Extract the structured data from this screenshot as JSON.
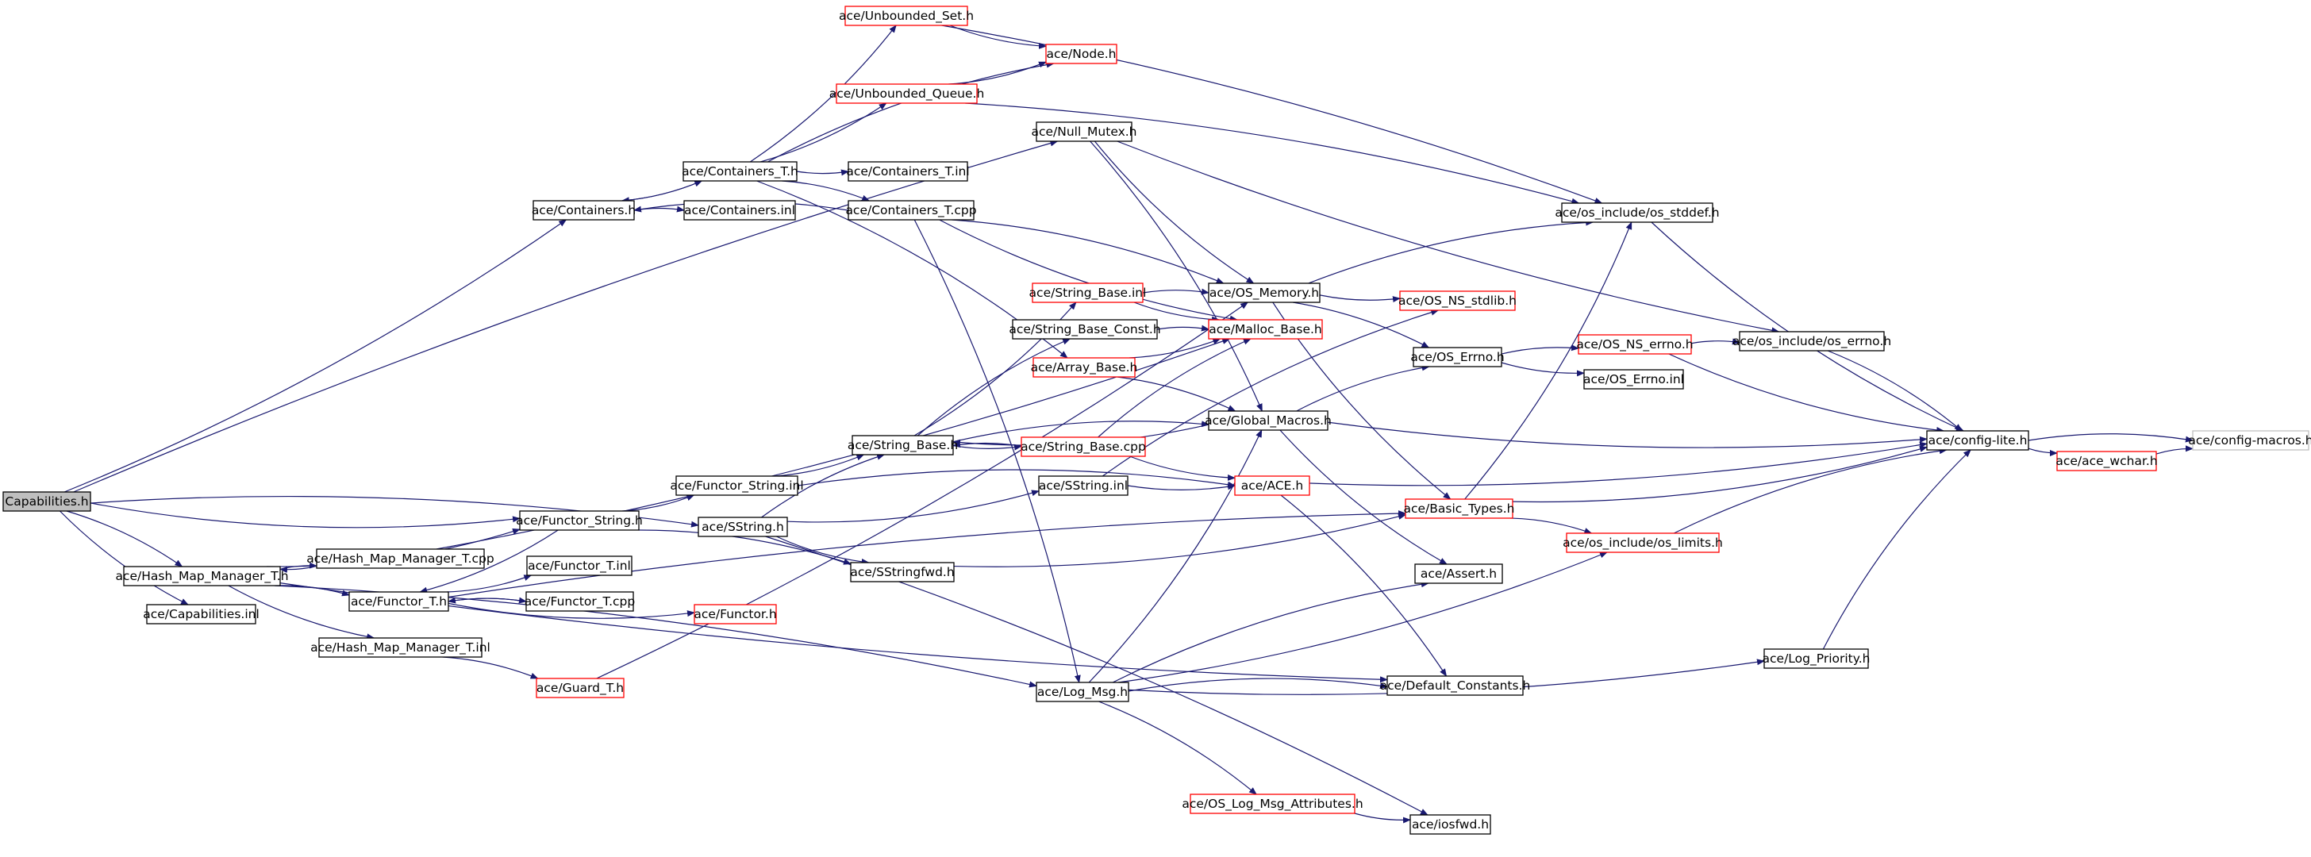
{
  "colors": {
    "edge": "#191970",
    "node_fill": "#ffffff",
    "root_fill": "#bfbfbf",
    "border_black": "#000000",
    "border_red": "#ff0000",
    "border_gray": "#bfbfbf"
  },
  "nodes": [
    {
      "id": "capabilities_h",
      "label": "Capabilities.h",
      "border": "black",
      "root": true
    },
    {
      "id": "unbounded_set_h",
      "label": "ace/Unbounded_Set.h",
      "border": "red"
    },
    {
      "id": "node_h",
      "label": "ace/Node.h",
      "border": "red"
    },
    {
      "id": "unbounded_queue_h",
      "label": "ace/Unbounded_Queue.h",
      "border": "red"
    },
    {
      "id": "null_mutex_h",
      "label": "ace/Null_Mutex.h",
      "border": "black"
    },
    {
      "id": "containers_t_h",
      "label": "ace/Containers_T.h",
      "border": "black"
    },
    {
      "id": "containers_t_inl",
      "label": "ace/Containers_T.inl",
      "border": "black"
    },
    {
      "id": "containers_h",
      "label": "ace/Containers.h",
      "border": "black"
    },
    {
      "id": "containers_inl",
      "label": "ace/Containers.inl",
      "border": "black"
    },
    {
      "id": "containers_t_cpp",
      "label": "ace/Containers_T.cpp",
      "border": "black"
    },
    {
      "id": "os_stddef_h",
      "label": "ace/os_include/os_stddef.h",
      "border": "black"
    },
    {
      "id": "string_base_inl",
      "label": "ace/String_Base.inl",
      "border": "red"
    },
    {
      "id": "os_memory_h",
      "label": "ace/OS_Memory.h",
      "border": "black"
    },
    {
      "id": "os_ns_stdlib_h",
      "label": "ace/OS_NS_stdlib.h",
      "border": "red"
    },
    {
      "id": "string_base_const_h",
      "label": "ace/String_Base_Const.h",
      "border": "black"
    },
    {
      "id": "malloc_base_h",
      "label": "ace/Malloc_Base.h",
      "border": "red"
    },
    {
      "id": "array_base_h",
      "label": "ace/Array_Base.h",
      "border": "red"
    },
    {
      "id": "os_errno_h",
      "label": "ace/OS_Errno.h",
      "border": "black"
    },
    {
      "id": "os_ns_errno_h",
      "label": "ace/OS_NS_errno.h",
      "border": "red"
    },
    {
      "id": "os_include_errno_h",
      "label": "ace/os_include/os_errno.h",
      "border": "black"
    },
    {
      "id": "os_errno_inl",
      "label": "ace/OS_Errno.inl",
      "border": "black"
    },
    {
      "id": "global_macros_h",
      "label": "ace/Global_Macros.h",
      "border": "black"
    },
    {
      "id": "string_base_h",
      "label": "ace/String_Base.h",
      "border": "black"
    },
    {
      "id": "string_base_cpp",
      "label": "ace/String_Base.cpp",
      "border": "red"
    },
    {
      "id": "config_lite_h",
      "label": "ace/config-lite.h",
      "border": "black"
    },
    {
      "id": "config_macros_h",
      "label": "ace/config-macros.h",
      "border": "gray"
    },
    {
      "id": "ace_wchar_h",
      "label": "ace/ace_wchar.h",
      "border": "red"
    },
    {
      "id": "functor_string_inl",
      "label": "ace/Functor_String.inl",
      "border": "black"
    },
    {
      "id": "sstring_inl",
      "label": "ace/SString.inl",
      "border": "black"
    },
    {
      "id": "ace_h",
      "label": "ace/ACE.h",
      "border": "red"
    },
    {
      "id": "functor_string_h",
      "label": "ace/Functor_String.h",
      "border": "black"
    },
    {
      "id": "sstring_h",
      "label": "ace/SString.h",
      "border": "black"
    },
    {
      "id": "basic_types_h",
      "label": "ace/Basic_Types.h",
      "border": "red"
    },
    {
      "id": "os_limits_h",
      "label": "ace/os_include/os_limits.h",
      "border": "red"
    },
    {
      "id": "hash_map_manager_t_cpp",
      "label": "ace/Hash_Map_Manager_T.cpp",
      "border": "black"
    },
    {
      "id": "hash_map_manager_t_h",
      "label": "ace/Hash_Map_Manager_T.h",
      "border": "black"
    },
    {
      "id": "functor_t_inl",
      "label": "ace/Functor_T.inl",
      "border": "black"
    },
    {
      "id": "sstringfwd_h",
      "label": "ace/SStringfwd.h",
      "border": "black"
    },
    {
      "id": "functor_t_h",
      "label": "ace/Functor_T.h",
      "border": "black"
    },
    {
      "id": "functor_t_cpp",
      "label": "ace/Functor_T.cpp",
      "border": "black"
    },
    {
      "id": "assert_h",
      "label": "ace/Assert.h",
      "border": "black"
    },
    {
      "id": "capabilities_inl",
      "label": "ace/Capabilities.inl",
      "border": "black"
    },
    {
      "id": "functor_h",
      "label": "ace/Functor.h",
      "border": "red"
    },
    {
      "id": "hash_map_manager_t_inl",
      "label": "ace/Hash_Map_Manager_T.inl",
      "border": "black"
    },
    {
      "id": "log_priority_h",
      "label": "ace/Log_Priority.h",
      "border": "black"
    },
    {
      "id": "guard_t_h",
      "label": "ace/Guard_T.h",
      "border": "red"
    },
    {
      "id": "log_msg_h",
      "label": "ace/Log_Msg.h",
      "border": "black"
    },
    {
      "id": "default_constants_h",
      "label": "ace/Default_Constants.h",
      "border": "black"
    },
    {
      "id": "os_log_msg_attributes_h",
      "label": "ace/OS_Log_Msg_Attributes.h",
      "border": "red"
    },
    {
      "id": "iosfwd_h",
      "label": "ace/iosfwd.h",
      "border": "black"
    }
  ],
  "edges": [
    [
      "capabilities_h",
      "null_mutex_h"
    ],
    [
      "capabilities_h",
      "containers_h"
    ],
    [
      "capabilities_h",
      "sstring_h"
    ],
    [
      "capabilities_h",
      "functor_string_h"
    ],
    [
      "capabilities_h",
      "hash_map_manager_t_h"
    ],
    [
      "capabilities_h",
      "capabilities_inl"
    ],
    [
      "containers_h",
      "containers_inl"
    ],
    [
      "containers_h",
      "containers_t_h"
    ],
    [
      "containers_t_h",
      "containers_h"
    ],
    [
      "containers_t_h",
      "containers_t_inl"
    ],
    [
      "containers_t_h",
      "containers_t_cpp"
    ],
    [
      "containers_t_h",
      "unbounded_set_h"
    ],
    [
      "containers_t_h",
      "node_h"
    ],
    [
      "containers_t_h",
      "unbounded_queue_h"
    ],
    [
      "containers_t_h",
      "array_base_h"
    ],
    [
      "containers_t_cpp",
      "containers_h"
    ],
    [
      "containers_t_cpp",
      "os_memory_h"
    ],
    [
      "containers_t_cpp",
      "malloc_base_h"
    ],
    [
      "containers_t_cpp",
      "log_msg_h"
    ],
    [
      "unbounded_set_h",
      "node_h"
    ],
    [
      "unbounded_set_h",
      "os_stddef_h"
    ],
    [
      "unbounded_queue_h",
      "node_h"
    ],
    [
      "unbounded_queue_h",
      "os_stddef_h"
    ],
    [
      "null_mutex_h",
      "os_memory_h"
    ],
    [
      "null_mutex_h",
      "global_macros_h"
    ],
    [
      "null_mutex_h",
      "os_include_errno_h"
    ],
    [
      "os_memory_h",
      "os_stddef_h"
    ],
    [
      "os_memory_h",
      "os_ns_stdlib_h"
    ],
    [
      "os_memory_h",
      "os_errno_h"
    ],
    [
      "os_memory_h",
      "basic_types_h"
    ],
    [
      "os_errno_h",
      "os_ns_errno_h"
    ],
    [
      "os_errno_h",
      "os_errno_inl"
    ],
    [
      "os_ns_errno_h",
      "os_include_errno_h"
    ],
    [
      "os_ns_errno_h",
      "config_lite_h"
    ],
    [
      "os_include_errno_h",
      "config_lite_h"
    ],
    [
      "os_stddef_h",
      "config_lite_h"
    ],
    [
      "string_base_inl",
      "os_memory_h"
    ],
    [
      "string_base_inl",
      "malloc_base_h"
    ],
    [
      "string_base_const_h",
      "malloc_base_h"
    ],
    [
      "array_base_h",
      "malloc_base_h"
    ],
    [
      "array_base_h",
      "global_macros_h"
    ],
    [
      "global_macros_h",
      "config_lite_h"
    ],
    [
      "global_macros_h",
      "os_errno_h"
    ],
    [
      "global_macros_h",
      "assert_h"
    ],
    [
      "global_macros_h",
      "string_base_h"
    ],
    [
      "string_base_h",
      "string_base_inl"
    ],
    [
      "string_base_h",
      "string_base_const_h"
    ],
    [
      "string_base_h",
      "string_base_cpp"
    ],
    [
      "string_base_h",
      "global_macros_h"
    ],
    [
      "string_base_cpp",
      "string_base_h"
    ],
    [
      "string_base_cpp",
      "malloc_base_h"
    ],
    [
      "string_base_cpp",
      "ace_h"
    ],
    [
      "config_lite_h",
      "config_macros_h"
    ],
    [
      "config_lite_h",
      "ace_wchar_h"
    ],
    [
      "ace_wchar_h",
      "config_macros_h"
    ],
    [
      "functor_string_h",
      "functor_string_inl"
    ],
    [
      "functor_string_h",
      "sstringfwd_h"
    ],
    [
      "functor_string_inl",
      "string_base_h"
    ],
    [
      "functor_string_inl",
      "ace_h"
    ],
    [
      "sstring_h",
      "sstring_inl"
    ],
    [
      "sstring_h",
      "string_base_h"
    ],
    [
      "sstring_h",
      "sstringfwd_h"
    ],
    [
      "sstring_h",
      "iosfwd_h"
    ],
    [
      "sstring_inl",
      "ace_h"
    ],
    [
      "sstring_inl",
      "os_ns_stdlib_h"
    ],
    [
      "ace_h",
      "config_lite_h"
    ],
    [
      "ace_h",
      "default_constants_h"
    ],
    [
      "basic_types_h",
      "config_lite_h"
    ],
    [
      "basic_types_h",
      "os_limits_h"
    ],
    [
      "basic_types_h",
      "os_stddef_h"
    ],
    [
      "os_limits_h",
      "config_lite_h"
    ],
    [
      "sstringfwd_h",
      "basic_types_h"
    ],
    [
      "hash_map_manager_t_h",
      "hash_map_manager_t_cpp"
    ],
    [
      "hash_map_manager_t_h",
      "hash_map_manager_t_inl"
    ],
    [
      "hash_map_manager_t_h",
      "functor_t_h"
    ],
    [
      "hash_map_manager_t_h",
      "functor_string_h"
    ],
    [
      "hash_map_manager_t_h",
      "log_msg_h"
    ],
    [
      "hash_map_manager_t_h",
      "default_constants_h"
    ],
    [
      "hash_map_manager_t_cpp",
      "hash_map_manager_t_h"
    ],
    [
      "hash_map_manager_t_cpp",
      "malloc_base_h"
    ],
    [
      "hash_map_manager_t_inl",
      "guard_t_h"
    ],
    [
      "functor_t_h",
      "functor_t_inl"
    ],
    [
      "functor_t_h",
      "functor_t_cpp"
    ],
    [
      "functor_t_h",
      "functor_h"
    ],
    [
      "functor_t_h",
      "basic_types_h"
    ],
    [
      "functor_t_cpp",
      "functor_t_h"
    ],
    [
      "functor_string_h",
      "functor_t_h"
    ],
    [
      "guard_t_h",
      "os_memory_h"
    ],
    [
      "log_msg_h",
      "default_constants_h"
    ],
    [
      "log_msg_h",
      "log_priority_h"
    ],
    [
      "log_msg_h",
      "os_log_msg_attributes_h"
    ],
    [
      "log_msg_h",
      "global_macros_h"
    ],
    [
      "log_msg_h",
      "assert_h"
    ],
    [
      "log_msg_h",
      "os_limits_h"
    ],
    [
      "log_priority_h",
      "config_lite_h"
    ],
    [
      "os_log_msg_attributes_h",
      "iosfwd_h"
    ]
  ]
}
